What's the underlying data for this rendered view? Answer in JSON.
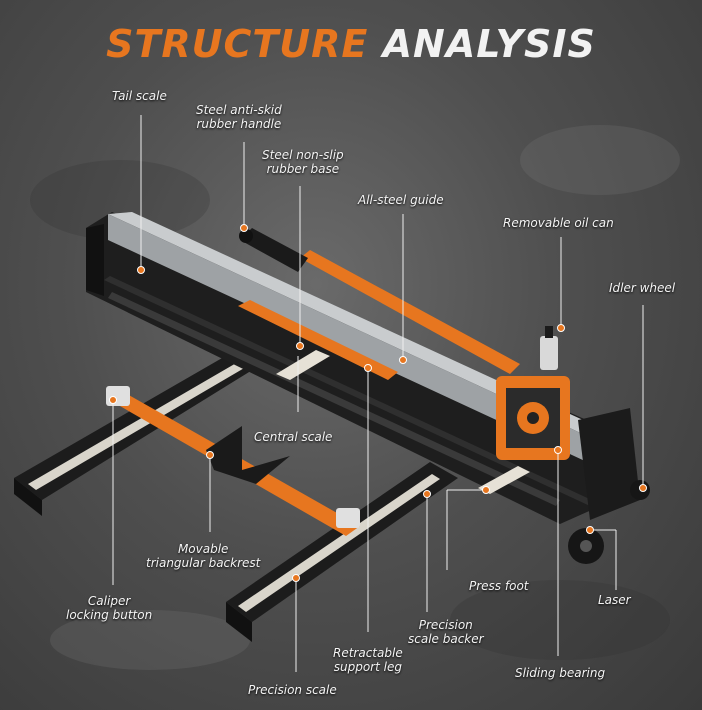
{
  "title": {
    "part1": "STRUCTURE",
    "part2": "ANALYSIS"
  },
  "colors": {
    "accent": "#e7761f",
    "steel": "#b9bcbf",
    "frame": "#1b1b1b",
    "label": "#f4f4f4",
    "background": "#555555"
  },
  "labels": {
    "tail_scale": "Tail scale",
    "handle_1": "Steel anti-skid",
    "handle_2": "rubber handle",
    "base_1": "Steel non-slip",
    "base_2": "rubber base",
    "guide": "All-steel guide",
    "oil_can": "Removable oil can",
    "idler_wheel": "Idler wheel",
    "central_scale": "Central scale",
    "backrest_1": "Movable",
    "backrest_2": "triangular backrest",
    "caliper_1": "Caliper",
    "caliper_2": "locking button",
    "press_foot": "Press foot",
    "laser": "Laser",
    "scale_backer_1": "Precision",
    "scale_backer_2": "scale backer",
    "support_leg_1": "Retractable",
    "support_leg_2": "support leg",
    "sliding_bearing": "Sliding bearing",
    "precision_scale": "Precision scale"
  }
}
